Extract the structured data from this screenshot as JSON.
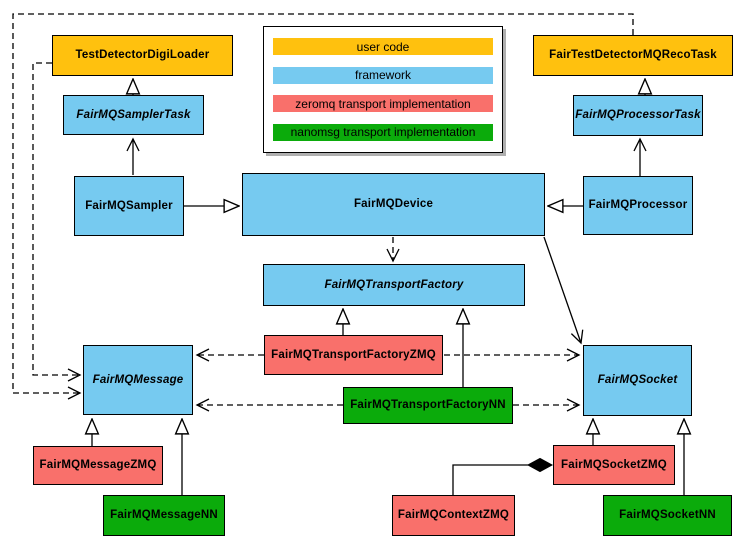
{
  "legend": {
    "items": [
      {
        "label": "user code",
        "color": "#FFC10E"
      },
      {
        "label": "framework",
        "color": "#76CAF0"
      },
      {
        "label": "zeromq transport implementation",
        "color": "#F9706B"
      },
      {
        "label": "nanomsg transport implementation",
        "color": "#0BAB0B"
      }
    ]
  },
  "colors": {
    "user_code": "#FFC10E",
    "framework": "#76CAF0",
    "zeromq": "#F9706B",
    "nanomsg": "#0BAB0B",
    "line": "#000000"
  },
  "nodes": {
    "test_detector_digi_loader": {
      "label": "TestDetectorDigiLoader",
      "color": "#FFC10E",
      "abstract": false
    },
    "fair_test_detector_mq_reco_task": {
      "label": "FairTestDetectorMQRecoTask",
      "color": "#FFC10E",
      "abstract": false
    },
    "sampler_task": {
      "label": "FairMQSamplerTask",
      "color": "#76CAF0",
      "abstract": true
    },
    "processor_task": {
      "label": "FairMQProcessorTask",
      "color": "#76CAF0",
      "abstract": true
    },
    "sampler": {
      "label": "FairMQSampler",
      "color": "#76CAF0",
      "abstract": false
    },
    "device": {
      "label": "FairMQDevice",
      "color": "#76CAF0",
      "abstract": false
    },
    "processor": {
      "label": "FairMQProcessor",
      "color": "#76CAF0",
      "abstract": false
    },
    "transport_factory": {
      "label": "FairMQTransportFactory",
      "color": "#76CAF0",
      "abstract": true
    },
    "transport_factory_zmq": {
      "label": "FairMQTransportFactoryZMQ",
      "color": "#F9706B",
      "abstract": false
    },
    "transport_factory_nn": {
      "label": "FairMQTransportFactoryNN",
      "color": "#0BAB0B",
      "abstract": false
    },
    "message": {
      "label": "FairMQMessage",
      "color": "#76CAF0",
      "abstract": true
    },
    "socket": {
      "label": "FairMQSocket",
      "color": "#76CAF0",
      "abstract": true
    },
    "message_zmq": {
      "label": "FairMQMessageZMQ",
      "color": "#F9706B",
      "abstract": false
    },
    "message_nn": {
      "label": "FairMQMessageNN",
      "color": "#0BAB0B",
      "abstract": false
    },
    "socket_zmq": {
      "label": "FairMQSocketZMQ",
      "color": "#F9706B",
      "abstract": false
    },
    "socket_nn": {
      "label": "FairMQSocketNN",
      "color": "#0BAB0B",
      "abstract": false
    },
    "context_zmq": {
      "label": "FairMQContextZMQ",
      "color": "#F9706B",
      "abstract": false
    }
  },
  "edges": [
    {
      "from": "sampler_task",
      "to": "test_detector_digi_loader",
      "line": "solid",
      "head": "hollow-triangle"
    },
    {
      "from": "sampler",
      "to": "sampler_task",
      "line": "solid",
      "head": "open-arrow"
    },
    {
      "from": "processor_task",
      "to": "fair_test_detector_mq_reco_task",
      "line": "solid",
      "head": "hollow-triangle"
    },
    {
      "from": "processor",
      "to": "processor_task",
      "line": "solid",
      "head": "open-arrow"
    },
    {
      "from": "sampler",
      "to": "device",
      "line": "solid",
      "head": "hollow-triangle"
    },
    {
      "from": "processor",
      "to": "device",
      "line": "solid",
      "head": "hollow-triangle"
    },
    {
      "from": "device",
      "to": "transport_factory",
      "line": "dashed",
      "head": "open-arrow"
    },
    {
      "from": "device",
      "to": "socket",
      "line": "solid",
      "head": "open-arrow"
    },
    {
      "from": "transport_factory_zmq",
      "to": "transport_factory",
      "line": "solid",
      "head": "hollow-triangle"
    },
    {
      "from": "transport_factory_nn",
      "to": "transport_factory",
      "line": "solid",
      "head": "hollow-triangle"
    },
    {
      "from": "transport_factory_zmq",
      "to": "message",
      "line": "dashed",
      "head": "open-arrow"
    },
    {
      "from": "transport_factory_zmq",
      "to": "socket",
      "line": "dashed",
      "head": "open-arrow"
    },
    {
      "from": "transport_factory_nn",
      "to": "message",
      "line": "dashed",
      "head": "open-arrow"
    },
    {
      "from": "transport_factory_nn",
      "to": "socket",
      "line": "dashed",
      "head": "open-arrow"
    },
    {
      "from": "message_zmq",
      "to": "message",
      "line": "solid",
      "head": "hollow-triangle"
    },
    {
      "from": "message_nn",
      "to": "message",
      "line": "solid",
      "head": "hollow-triangle"
    },
    {
      "from": "socket_zmq",
      "to": "socket",
      "line": "solid",
      "head": "hollow-triangle"
    },
    {
      "from": "socket_nn",
      "to": "socket",
      "line": "solid",
      "head": "hollow-triangle"
    },
    {
      "from": "context_zmq",
      "to": "socket_zmq",
      "line": "solid",
      "head": "filled-diamond"
    },
    {
      "from": "test_detector_digi_loader",
      "to": "message",
      "line": "dashed",
      "head": "open-arrow"
    },
    {
      "from": "fair_test_detector_mq_reco_task",
      "to": "message",
      "line": "dashed",
      "head": "open-arrow"
    }
  ]
}
